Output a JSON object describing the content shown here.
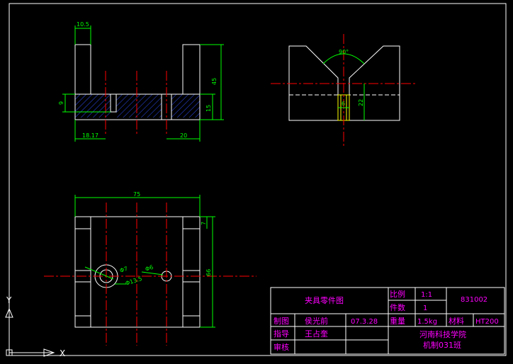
{
  "colors": {
    "background": "#000000",
    "outline": "#ffffff",
    "dimension": "#00ff00",
    "centerline": "#ff0000",
    "hatch": "#3050ff",
    "hidden": "#ffff00",
    "titleblock_text": "#ff00ff"
  },
  "dimensions": {
    "front_view": {
      "top_width": "10.5",
      "height_total": "45",
      "slot_depth": "9",
      "base_height": "15",
      "left_width": "18.17",
      "right_width": "20"
    },
    "side_view": {
      "v_angle": "90°",
      "slot_width": "6",
      "slot_height": "22"
    },
    "top_view": {
      "width": "75",
      "depth": "66",
      "edge": "7",
      "hole_large": "Φ7",
      "counterbore": "Φ13.5",
      "hole_small": "Φ6"
    }
  },
  "title_block": {
    "part_name": "夹具零件图",
    "scale_label": "比例",
    "scale_value": "1:1",
    "quantity_label": "件数",
    "quantity_value": "1",
    "drawing_no": "831002",
    "drawn_label": "制图",
    "drawn_by": "侯光前",
    "drawn_date": "07.3.28",
    "weight_label": "重量",
    "weight_value": "1.5kg",
    "material_label": "材料",
    "material_value": "HT200",
    "guide_label": "指导",
    "guide_name": "王占奎",
    "review_label": "审核",
    "school": "河南科技学院",
    "class_name": "机制031班"
  },
  "ucs": {
    "x_label": "X",
    "y_label": "Y"
  }
}
